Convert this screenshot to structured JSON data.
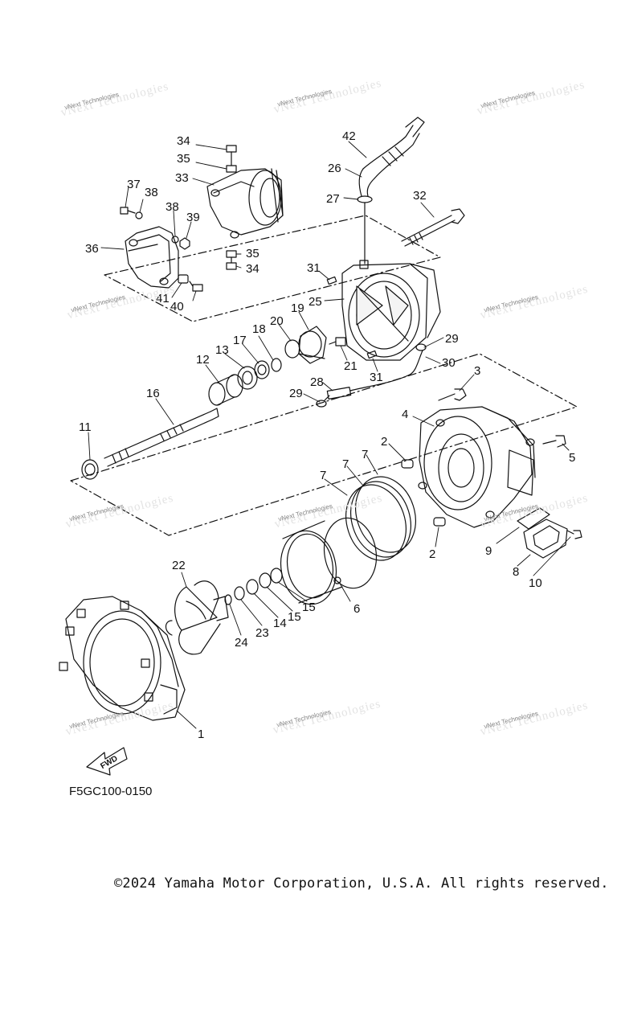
{
  "diagram": {
    "part_labels": [
      "1",
      "2",
      "3",
      "4",
      "5",
      "6",
      "7",
      "8",
      "9",
      "10",
      "11",
      "12",
      "13",
      "14",
      "15",
      "16",
      "17",
      "18",
      "19",
      "20",
      "21",
      "22",
      "23",
      "24",
      "25",
      "26",
      "27",
      "28",
      "29",
      "30",
      "31",
      "32",
      "33",
      "34",
      "35",
      "36",
      "37",
      "38",
      "39",
      "40",
      "41",
      "42"
    ],
    "direction_arrow_text": "FWD",
    "diagram_code": "F5GC100-0150",
    "watermark_text": "vNext Technologies"
  },
  "footer": {
    "copyright": "©2024 Yamaha Motor Corporation, U.S.A. All rights reserved."
  }
}
